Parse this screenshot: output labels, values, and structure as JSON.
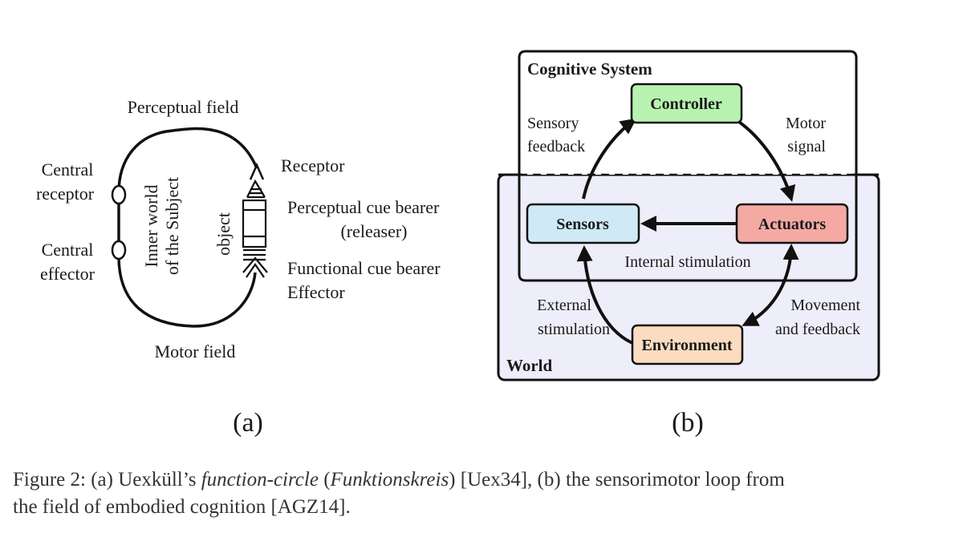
{
  "panel_a": {
    "perceptual_field": "Perceptual field",
    "motor_field": "Motor field",
    "central_receptor": [
      "Central",
      "receptor"
    ],
    "central_effector": [
      "Central",
      "effector"
    ],
    "inner_world": [
      "Inner world",
      "of the Subject"
    ],
    "object": "object",
    "receptor": "Receptor",
    "perceptual_cue_bearer": [
      "Perceptual cue bearer",
      "(releaser)"
    ],
    "functional_cue_bearer": [
      "Functional cue bearer",
      "Effector"
    ],
    "label": "(a)"
  },
  "panel_b": {
    "cognitive_system": "Cognitive System",
    "world": "World",
    "controller": "Controller",
    "sensors": "Sensors",
    "actuators": "Actuators",
    "environment": "Environment",
    "sensory_feedback": [
      "Sensory",
      "feedback"
    ],
    "motor_signal": [
      "Motor",
      "signal"
    ],
    "internal_stimulation": "Internal stimulation",
    "external_stimulation": [
      "External",
      "stimulation"
    ],
    "movement_feedback": [
      "Movement",
      "and feedback"
    ],
    "label": "(b)",
    "colors": {
      "controller": "#b8f2b0",
      "sensors": "#cfe9f7",
      "actuators": "#f4aaa3",
      "environment": "#fbdcc0",
      "world_bg": "#eeeefa"
    }
  },
  "caption": {
    "prefix": "Figure 2: (a) Uexküll’s ",
    "italic1": "function-circle",
    "mid1": " (",
    "italic2": "Funktionskreis",
    "mid2": ") [Uex34], (b) the sensorimotor loop from",
    "line2": "the field of embodied cognition [AGZ14]."
  }
}
